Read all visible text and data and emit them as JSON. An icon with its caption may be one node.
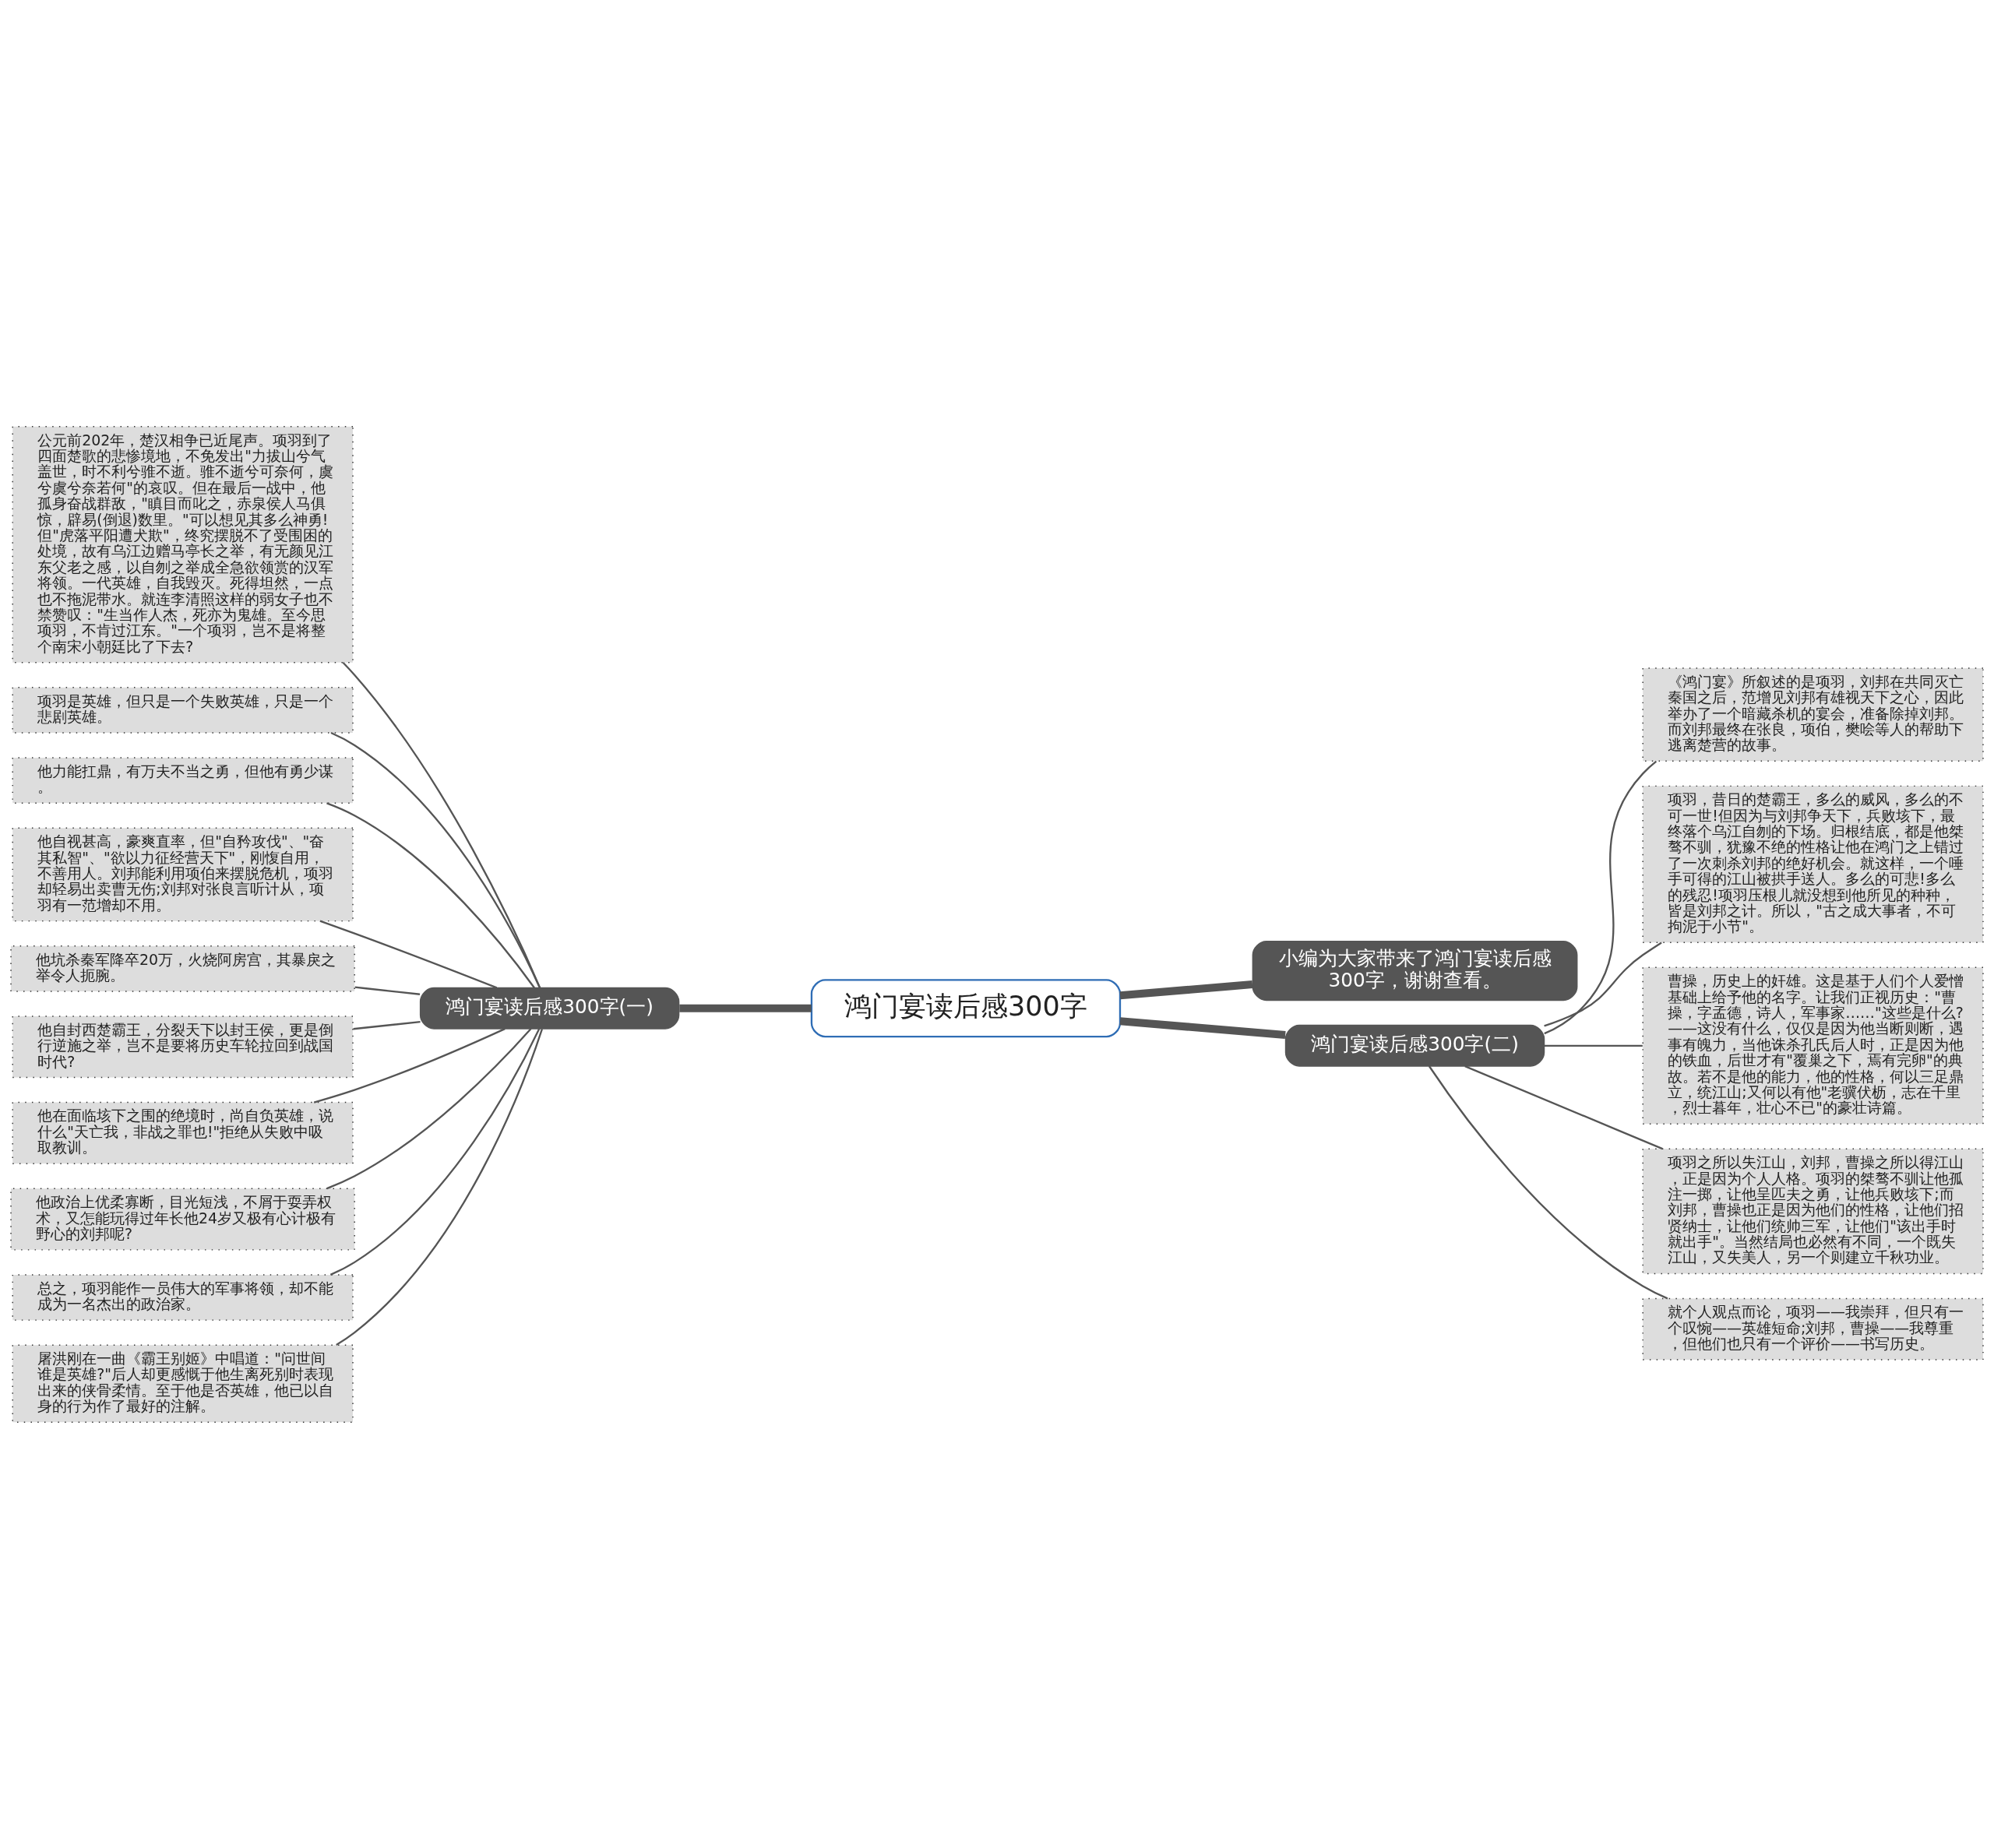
{
  "diagram": {
    "nodes": [
      {
        "text": [
          "鸿门宴读后感300字"
        ]
      },
      {
        "text": [
          "鸿门宴读后感300字(一)"
        ]
      },
      {
        "text": [
          "公元前202年，楚汉相争已近尾声。项羽到了四面楚歌的悲惨境地，不免发出\"力拔山兮气盖世，时不利兮骓不逝。骓不逝兮可奈何，虞兮虞兮奈若何\"的哀叹。但在最后一战中，他孤身奋战群敌，\"瞋目而叱之，赤泉侯人马俱惊，辟易(倒退)数里。\"可以想见其多么神勇!但\"虎落平阳遭犬欺\"，终究摆脱不了受围困的处境，故有乌江边赠马亭长之举，有无颜见江东父老之感，以自刎之举成全急欲领赏的汉军将领。一代英雄，自我毁灭。死得坦然，一点也不拖泥带水。就连李清照这样的弱女子也不禁赞叹：\"生当作人杰，死亦为鬼雄。至今思项羽，不肯过江东。\"一个项羽，岂不是将整个南宋小朝廷比了下去?"
        ]
      },
      {
        "text": [
          "项羽是英雄，但只是一个失败英雄，只是一个悲剧英雄。"
        ]
      },
      {
        "text": [
          "他力能扛鼎，有万夫不当之勇，但他有勇少谋。"
        ]
      },
      {
        "text": [
          "他自视甚高，豪爽直率，但\"自矜攻伐\"、\"奋其私智\"、\"欲以力征经营天下\"，刚愎自用，不善用人。刘邦能利用项伯来摆脱危机，项羽却轻易出卖曹无伤;刘邦对张良言听计从，项羽有一范增却不用。"
        ]
      },
      {
        "text": [
          "他坑杀秦军降卒20万，火烧阿房宫，其暴戾之举令人扼腕。"
        ]
      },
      {
        "text": [
          "他自封西楚霸王，分裂天下以封王侯，更是倒行逆施之举，岂不是要将历史车轮拉回到战国时代?"
        ]
      },
      {
        "text": [
          "他在面临垓下之围的绝境时，尚自负英雄，说什么\"天亡我，非战之罪也!\"拒绝从失败中吸取教训。"
        ]
      },
      {
        "text": [
          "他政治上优柔寡断，目光短浅，不屑于耍弄权术，又怎能玩得过年长他24岁又极有心计极有野心的刘邦呢?"
        ]
      },
      {
        "text": [
          "总之，项羽能作一员伟大的军事将领，却不能成为一名杰出的政治家。"
        ]
      },
      {
        "text": [
          "屠洪刚在一曲《霸王别姬》中唱道：\"问世间谁是英雄?\"后人却更感慨于他生离死别时表现出来的侠骨柔情。至于他是否英雄，他已以自身的行为作了最好的注解。"
        ]
      },
      {
        "text": [
          "小编为大家带来了鸿门宴读后感300字，谢谢查看。"
        ]
      },
      {
        "text": [
          "鸿门宴读后感300字(二)"
        ]
      },
      {
        "text": [
          "《鸿门宴》所叙述的是项羽，刘邦在共同灭亡秦国之后，范增见刘邦有雄视天下之心，因此举办了一个暗藏杀机的宴会，准备除掉刘邦。而刘邦最终在张良，项伯，樊哙等人的帮助下逃离楚营的故事。"
        ]
      },
      {
        "text": [
          "项羽，昔日的楚霸王，多么的威风，多么的不可一世!但因为与刘邦争天下，兵败垓下，最终落个乌江自刎的下场。归根结底，都是他桀骜不驯，犹豫不绝的性格让他在鸿门之上错过了一次刺杀刘邦的绝好机会。就这样，一个唾手可得的江山被拱手送人。多么的可悲!多么的残忍!项羽压根儿就没想到他所见的种种，皆是刘邦之计。所以，\"古之成大事者，不可拘泥于小节\"。"
        ]
      },
      {
        "text": [
          "曹操，历史上的奸雄。这是基于人们个人爱憎基础上给予他的名字。让我们正视历史：\"曹操，字孟德，诗人，军事家……\"这些是什么?——这没有什么，仅仅是因为他当断则断，遇事有魄力，当他诛杀孔氏后人时，正是因为他的铁血，后世才有\"覆巢之下，焉有完卵\"的典故。若不是他的能力，他的性格，何以三足鼎立，统江山;又何以有他\"老骥伏枥，志在千里，烈士暮年，壮心不已\"的豪壮诗篇。"
        ]
      },
      {
        "text": [
          "项羽之所以失江山，刘邦，曹操之所以得江山，正是因为个人人格。项羽的桀骜不驯让他孤注一掷，让他呈匹夫之勇，让他兵败垓下;而刘邦，曹操也正是因为他们的性格，让他们招贤纳士，让他们统帅三军，让他们\"该出手时就出手\"。当然结局也必然有不同，一个既失江山，又失美人，另一个则建立千秋功业。"
        ]
      },
      {
        "text": [
          "就个人观点而论，项羽——我崇拜，但只有一个叹惋——英雄短命;刘邦，曹操——我尊重，但他们也只有一个评价——书写历史。"
        ]
      }
    ],
    "edges": [
      {
        "from": 0,
        "to": 1,
        "arrow": "none",
        "style": "thick"
      },
      {
        "from": 1,
        "to": 2,
        "arrow": "none"
      },
      {
        "from": 1,
        "to": 3,
        "arrow": "none"
      },
      {
        "from": 1,
        "to": 4,
        "arrow": "none"
      },
      {
        "from": 1,
        "to": 5,
        "arrow": "none"
      },
      {
        "from": 1,
        "to": 6,
        "arrow": "none"
      },
      {
        "from": 1,
        "to": 7,
        "arrow": "none"
      },
      {
        "from": 1,
        "to": 8,
        "arrow": "none"
      },
      {
        "from": 1,
        "to": 9,
        "arrow": "none"
      },
      {
        "from": 1,
        "to": 10,
        "arrow": "none"
      },
      {
        "from": 1,
        "to": 11,
        "arrow": "none"
      },
      {
        "from": 0,
        "to": 12,
        "arrow": "none",
        "style": "thick"
      },
      {
        "from": 0,
        "to": 13,
        "arrow": "none",
        "style": "thick"
      },
      {
        "from": 13,
        "to": 14,
        "arrow": "none"
      },
      {
        "from": 13,
        "to": 15,
        "arrow": "none"
      },
      {
        "from": 13,
        "to": 16,
        "arrow": "none"
      },
      {
        "from": 13,
        "to": 17,
        "arrow": "none"
      },
      {
        "from": 13,
        "to": 18,
        "arrow": "none"
      }
    ]
  }
}
